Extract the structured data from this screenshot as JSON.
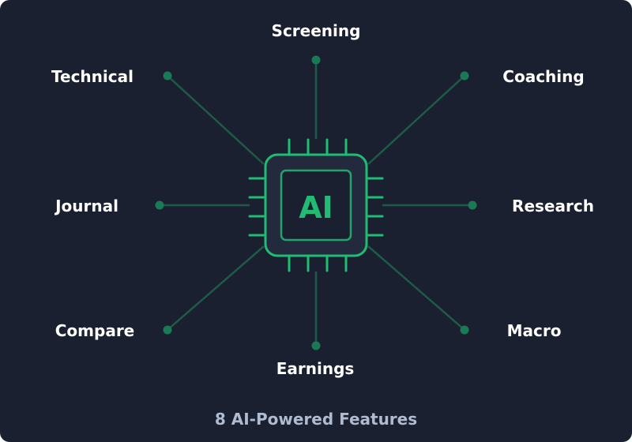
{
  "chip": {
    "label": "AI"
  },
  "features": [
    {
      "name": "Screening"
    },
    {
      "name": "Coaching"
    },
    {
      "name": "Research"
    },
    {
      "name": "Macro"
    },
    {
      "name": "Earnings"
    },
    {
      "name": "Compare"
    },
    {
      "name": "Journal"
    },
    {
      "name": "Technical"
    }
  ],
  "caption": "8 AI-Powered Features",
  "colors": {
    "background": "#1b2030",
    "accent": "#22bb74",
    "connector": "#1e5a47",
    "dot": "#1a7a55",
    "chip_fill": "#242a3d",
    "caption": "#aebbd0"
  }
}
